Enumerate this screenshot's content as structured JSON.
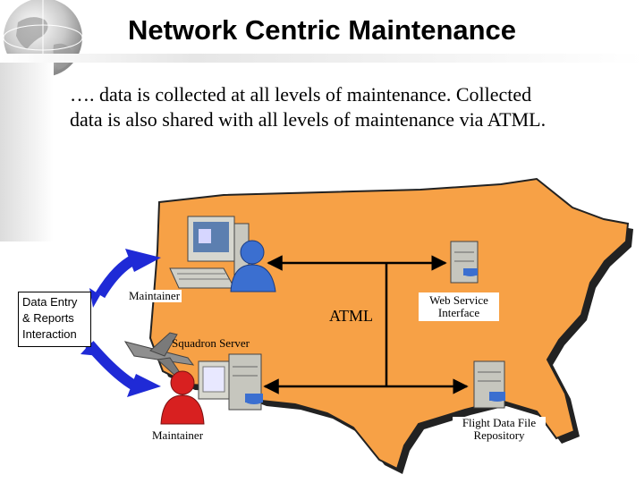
{
  "title": "Network Centric Maintenance",
  "bullet": "…. data is collected at all levels of maintenance. Collected data is also shared with all levels of maintenance via ATML.",
  "diagram": {
    "data_entry_label": "Data Entry & Reports Interaction",
    "maintainer_top_label": "Maintainer",
    "maintainer_bottom_label": "Maintainer",
    "atml_label": "ATML",
    "squadron_server_label": "Squadron Server",
    "web_service_label": "Web Service Interface",
    "flight_data_label": "Flight Data File Repository"
  },
  "colors": {
    "map_fill": "#f7a146",
    "arrow_blue": "#1f2ad6",
    "person_blue": "#3b6fd0",
    "person_red": "#d82020"
  }
}
